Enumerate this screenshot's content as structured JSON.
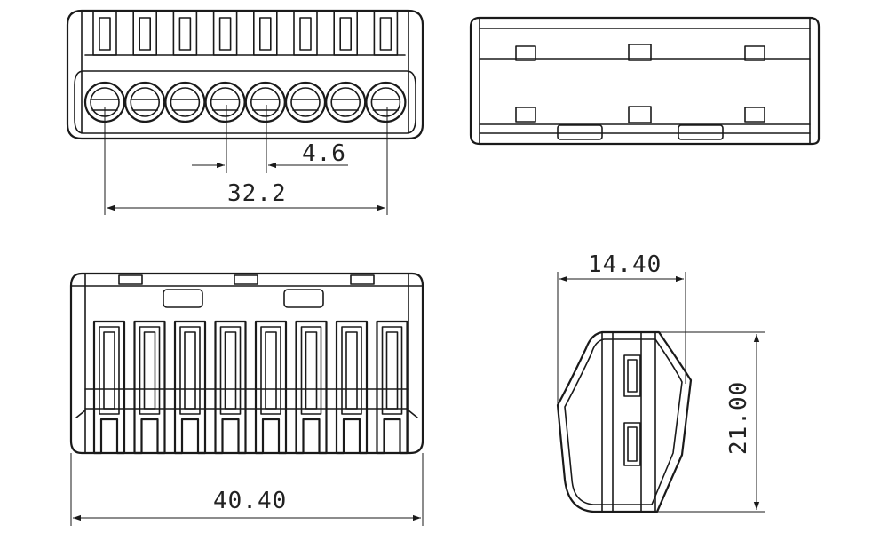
{
  "dimensions": {
    "pitch": "4.6",
    "span": "32.2",
    "length": "40.40",
    "depth": "14.40",
    "height": "21.00"
  },
  "colors": {
    "line": "#1a1a1a",
    "background": "#ffffff"
  }
}
